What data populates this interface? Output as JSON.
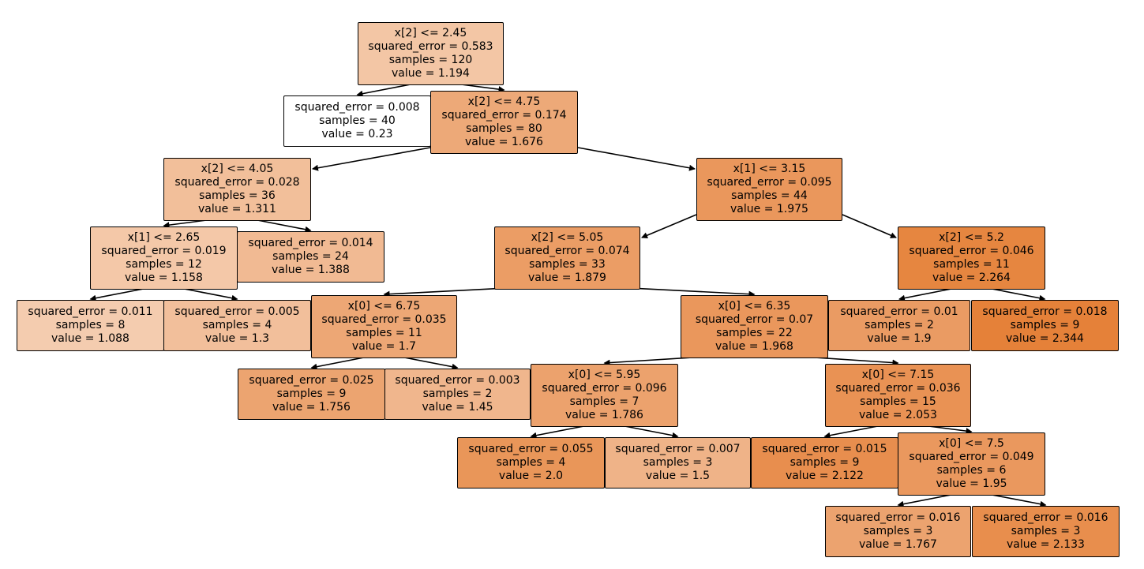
{
  "diagram": {
    "type": "regression-decision-tree",
    "value_color_scale": {
      "low": "#ffffff",
      "high": "#e58139",
      "min": 0.23,
      "max": 2.344
    },
    "nodes": [
      {
        "id": "n0",
        "lines": [
          "x[2] <= 2.45",
          "squared_error = 0.583",
          "samples = 120",
          "value = 1.194"
        ],
        "value": 1.194
      },
      {
        "id": "n1",
        "lines": [
          "squared_error = 0.008",
          "samples = 40",
          "value = 0.23"
        ],
        "value": 0.23
      },
      {
        "id": "n2",
        "lines": [
          "x[2] <= 4.75",
          "squared_error = 0.174",
          "samples = 80",
          "value = 1.676"
        ],
        "value": 1.676
      },
      {
        "id": "n3",
        "lines": [
          "x[2] <= 4.05",
          "squared_error = 0.028",
          "samples = 36",
          "value = 1.311"
        ],
        "value": 1.311
      },
      {
        "id": "n4",
        "lines": [
          "x[1] <= 2.65",
          "squared_error = 0.019",
          "samples = 12",
          "value = 1.158"
        ],
        "value": 1.158
      },
      {
        "id": "n5",
        "lines": [
          "squared_error = 0.011",
          "samples = 8",
          "value = 1.088"
        ],
        "value": 1.088
      },
      {
        "id": "n6",
        "lines": [
          "squared_error = 0.005",
          "samples = 4",
          "value = 1.3"
        ],
        "value": 1.3
      },
      {
        "id": "n7",
        "lines": [
          "squared_error = 0.014",
          "samples = 24",
          "value = 1.388"
        ],
        "value": 1.388
      },
      {
        "id": "n8",
        "lines": [
          "x[1] <= 3.15",
          "squared_error = 0.095",
          "samples = 44",
          "value = 1.975"
        ],
        "value": 1.975
      },
      {
        "id": "n9",
        "lines": [
          "x[2] <= 5.05",
          "squared_error = 0.074",
          "samples = 33",
          "value = 1.879"
        ],
        "value": 1.879
      },
      {
        "id": "n10",
        "lines": [
          "x[0] <= 6.75",
          "squared_error = 0.035",
          "samples = 11",
          "value = 1.7"
        ],
        "value": 1.7
      },
      {
        "id": "n11",
        "lines": [
          "squared_error = 0.025",
          "samples = 9",
          "value = 1.756"
        ],
        "value": 1.756
      },
      {
        "id": "n12",
        "lines": [
          "squared_error = 0.003",
          "samples = 2",
          "value = 1.45"
        ],
        "value": 1.45
      },
      {
        "id": "n13",
        "lines": [
          "x[0] <= 6.35",
          "squared_error = 0.07",
          "samples = 22",
          "value = 1.968"
        ],
        "value": 1.968
      },
      {
        "id": "n14",
        "lines": [
          "x[0] <= 5.95",
          "squared_error = 0.096",
          "samples = 7",
          "value = 1.786"
        ],
        "value": 1.786
      },
      {
        "id": "n15",
        "lines": [
          "squared_error = 0.055",
          "samples = 4",
          "value = 2.0"
        ],
        "value": 2.0
      },
      {
        "id": "n16",
        "lines": [
          "squared_error = 0.007",
          "samples = 3",
          "value = 1.5"
        ],
        "value": 1.5
      },
      {
        "id": "n17",
        "lines": [
          "x[0] <= 7.15",
          "squared_error = 0.036",
          "samples = 15",
          "value = 2.053"
        ],
        "value": 2.053
      },
      {
        "id": "n18",
        "lines": [
          "squared_error = 0.015",
          "samples = 9",
          "value = 2.122"
        ],
        "value": 2.122
      },
      {
        "id": "n19",
        "lines": [
          "x[0] <= 7.5",
          "squared_error = 0.049",
          "samples = 6",
          "value = 1.95"
        ],
        "value": 1.95
      },
      {
        "id": "n20",
        "lines": [
          "squared_error = 0.016",
          "samples = 3",
          "value = 1.767"
        ],
        "value": 1.767
      },
      {
        "id": "n21",
        "lines": [
          "squared_error = 0.016",
          "samples = 3",
          "value = 2.133"
        ],
        "value": 2.133
      },
      {
        "id": "n22",
        "lines": [
          "x[2] <= 5.2",
          "squared_error = 0.046",
          "samples = 11",
          "value = 2.264"
        ],
        "value": 2.264
      },
      {
        "id": "n23",
        "lines": [
          "squared_error = 0.01",
          "samples = 2",
          "value = 1.9"
        ],
        "value": 1.9
      },
      {
        "id": "n24",
        "lines": [
          "squared_error = 0.018",
          "samples = 9",
          "value = 2.344"
        ],
        "value": 2.344
      }
    ],
    "edges": [
      [
        "n0",
        "n1"
      ],
      [
        "n0",
        "n2"
      ],
      [
        "n2",
        "n3"
      ],
      [
        "n2",
        "n8"
      ],
      [
        "n3",
        "n4"
      ],
      [
        "n3",
        "n7"
      ],
      [
        "n4",
        "n5"
      ],
      [
        "n4",
        "n6"
      ],
      [
        "n8",
        "n9"
      ],
      [
        "n8",
        "n22"
      ],
      [
        "n9",
        "n10"
      ],
      [
        "n9",
        "n13"
      ],
      [
        "n10",
        "n11"
      ],
      [
        "n10",
        "n12"
      ],
      [
        "n13",
        "n14"
      ],
      [
        "n13",
        "n17"
      ],
      [
        "n14",
        "n15"
      ],
      [
        "n14",
        "n16"
      ],
      [
        "n17",
        "n18"
      ],
      [
        "n17",
        "n19"
      ],
      [
        "n19",
        "n20"
      ],
      [
        "n19",
        "n21"
      ],
      [
        "n22",
        "n23"
      ],
      [
        "n22",
        "n24"
      ]
    ]
  }
}
